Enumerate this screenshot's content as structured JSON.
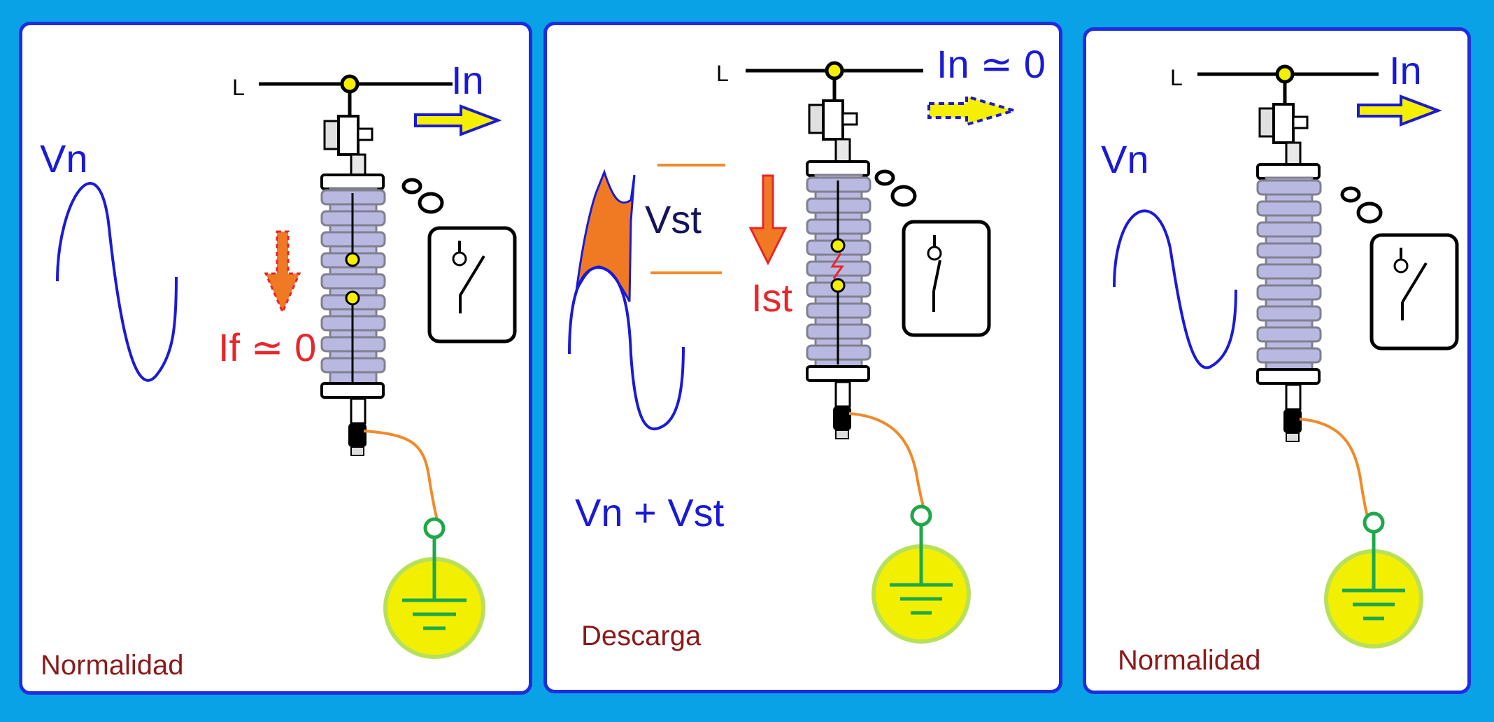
{
  "panels": [
    {
      "line_label": "L",
      "current_label": "In",
      "voltage_label": "Vn",
      "leak_current_label": "If ≃ 0",
      "state_label": "Normalidad"
    },
    {
      "line_label": "L",
      "current_label": "In ≃ 0",
      "surge_voltage_label": "Vst",
      "surge_current_label": "Ist",
      "sum_voltage_label": "Vn + Vst",
      "state_label": "Descarga"
    },
    {
      "line_label": "L",
      "current_label": "In",
      "voltage_label": "Vn",
      "state_label": "Normalidad"
    }
  ],
  "colors": {
    "background": "#0aa2e6",
    "panel_border": "#1f2de0",
    "text_blue": "#1a1ad6",
    "text_red": "#e8262a",
    "text_darkred": "#8b1a1a",
    "text_navy": "#14145a",
    "insulator": "#b8b8e0",
    "arrow_yellow": "#f4f000",
    "ground_yellow": "#f2f000",
    "ground_green": "#1fa84a",
    "ground_wire": "#f08a2a",
    "surge_fill": "#f07a24"
  },
  "icons": [
    "switch-open-icon",
    "switch-closed-icon",
    "ground-icon",
    "spark-icon",
    "thought-bubble-icon",
    "current-arrow-icon"
  ]
}
